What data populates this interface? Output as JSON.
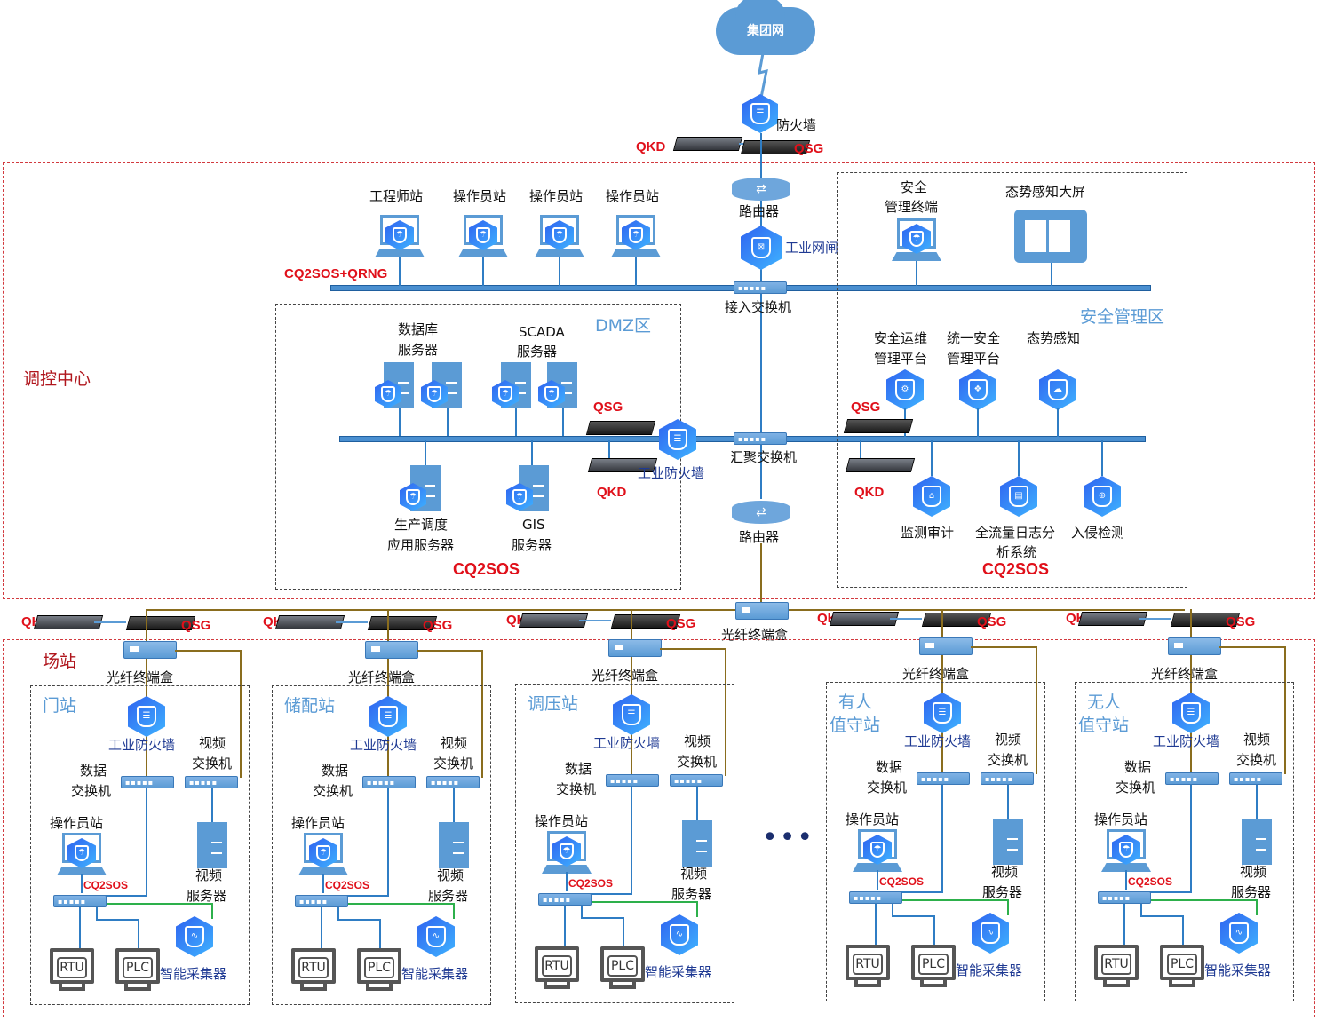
{
  "cloud": {
    "label": "集团网"
  },
  "top": {
    "firewall": "防火墙",
    "qkd": "QKD",
    "qsg": "QSG",
    "router": "路由器",
    "gatekeeper": "工业网闸",
    "access_switch": "接入交换机"
  },
  "control_center": {
    "title": "调控中心",
    "workstations": [
      "工程师站",
      "操作员站",
      "操作员站",
      "操作员站"
    ],
    "bus_label": "CQ2SOS+QRNG",
    "dmz": {
      "title": "DMZ区",
      "servers_top": [
        {
          "line1": "数据库",
          "line2": "服务器"
        },
        {
          "line1": "SCADA",
          "line2": "服务器"
        }
      ],
      "servers_bottom": [
        {
          "line1": "生产调度",
          "line2": "应用服务器"
        },
        {
          "line1": "GIS",
          "line2": "服务器"
        }
      ],
      "qsg": "QSG",
      "qkd": "QKD",
      "firewall": "工业防火墙",
      "crypto": "CQ2SOS"
    },
    "aggregation_switch": "汇聚交换机",
    "router2": "路由器",
    "security": {
      "title": "安全管理区",
      "terminal": {
        "line1": "安全",
        "line2": "管理终端"
      },
      "big_screen": "态势感知大屏",
      "platforms": [
        {
          "line1": "安全运维",
          "line2": "管理平台"
        },
        {
          "line1": "统一安全",
          "line2": "管理平台"
        },
        {
          "line1": "态势感知",
          "line2": ""
        }
      ],
      "analyzers": [
        {
          "line1": "监测审计",
          "line2": ""
        },
        {
          "line1": "全流量日志分",
          "line2": "析系统"
        },
        {
          "line1": "入侵检测",
          "line2": ""
        }
      ],
      "qsg": "QSG",
      "qkd": "QKD",
      "crypto": "CQ2SOS"
    }
  },
  "fiber_box_center": "光纤终端盒",
  "stations_zone": {
    "title": "场站",
    "ellipsis": "•••",
    "stations": [
      {
        "name1": "门站",
        "name2": ""
      },
      {
        "name1": "储配站",
        "name2": ""
      },
      {
        "name1": "调压站",
        "name2": ""
      },
      {
        "name1": "有人",
        "name2": "值守站"
      },
      {
        "name1": "无人",
        "name2": "值守站"
      }
    ],
    "common": {
      "qkd": "QKD",
      "qsg": "QSG",
      "fiber_box": "光纤终端盒",
      "firewall": "工业防火墙",
      "video_switch_1": "视频",
      "video_switch_2": "交换机",
      "data_switch_1": "数据",
      "data_switch_2": "交换机",
      "operator": "操作员站",
      "crypto": "CQ2SOS",
      "video_server_1": "视频",
      "video_server_2": "服务器",
      "rtu": "RTU",
      "plc": "PLC",
      "collector": "智能采集器"
    }
  }
}
